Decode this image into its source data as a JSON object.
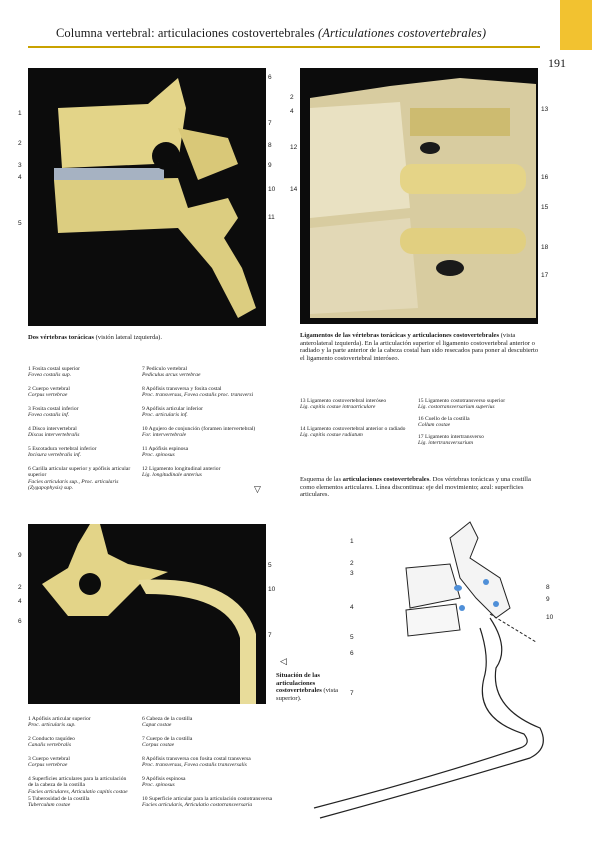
{
  "header": {
    "title_main": "Columna vertebral: articulaciones costovertebrales ",
    "title_latin": "(Articulationes costovertebrales)",
    "page_number": "191"
  },
  "fig1": {
    "caption_bold": "Dos vértebras torácicas",
    "caption_rest": " (visión lateral izquierda).",
    "labels": [
      "1",
      "2",
      "3",
      "4",
      "5",
      "6",
      "7",
      "8",
      "9",
      "10",
      "11"
    ],
    "legend": [
      {
        "n": "1",
        "es": "Fosita costal superior",
        "la": "Fovea costalis sup."
      },
      {
        "n": "2",
        "es": "Cuerpo vertebral",
        "la": "Corpus vertebrae"
      },
      {
        "n": "3",
        "es": "Fosita costal inferior",
        "la": "Fovea costalis inf."
      },
      {
        "n": "4",
        "es": "Disco intervertebral",
        "la": "Discus intervertebralis"
      },
      {
        "n": "5",
        "es": "Escotadura vertebral inferior",
        "la": "Incisura vertebralis inf."
      },
      {
        "n": "6",
        "es": "Carilla articular superior y apófisis articular superior",
        "la": "Facies articularis sup., Proc. articularis (Zygapophysis) sup."
      },
      {
        "n": "7",
        "es": "Pedículo vertebral",
        "la": "Pediculus arcus vertebrae"
      },
      {
        "n": "8",
        "es": "Apófisis transversa y fosita costal",
        "la": "Proc. transversus, Fovea costalis proc. transversi"
      },
      {
        "n": "9",
        "es": "Apófisis articular inferior",
        "la": "Proc. articularis inf."
      },
      {
        "n": "10",
        "es": "Agujero de conjunción (foramen intervertebral)",
        "la": "For. intervertebrale"
      },
      {
        "n": "11",
        "es": "Apófisis espinosa",
        "la": "Proc. spinosus"
      },
      {
        "n": "12",
        "es": "Ligamento longitudinal anterior",
        "la": "Lig. longitudinale anterius"
      }
    ]
  },
  "fig2": {
    "caption_bold": "Ligamentos de las vértebras torácicas y articulaciones costovertebrales",
    "caption_rest": " (vista anterolateral izquierda). En la articulación superior el ligamento costovertebral anterior o radiado y la parte anterior de la cabeza costal han sido resecados para poner al descubierto el ligamento costovertebral interóseo.",
    "labels": [
      "2",
      "4",
      "12",
      "14",
      "13",
      "16",
      "15",
      "18",
      "17"
    ],
    "legend": [
      {
        "n": "13",
        "es": "Ligamento costovertebral interóseo",
        "la": "Lig. capitis costae intraarticulare"
      },
      {
        "n": "14",
        "es": "Ligamento costovertebral anterior o radiado",
        "la": "Lig. capitis costae radiatum"
      },
      {
        "n": "15",
        "es": "Ligamento costotransverso superior",
        "la": "Lig. costotransversarium superius"
      },
      {
        "n": "16",
        "es": "Cuello de la costilla",
        "la": "Collum costae"
      },
      {
        "n": "17",
        "es": "Ligamento intertransverso",
        "la": "Lig. intertransversarium"
      }
    ]
  },
  "schema": {
    "caption_pre": "Esquema de las ",
    "caption_bold": "articulaciones costovertebrales",
    "caption_rest": ". Dos vértebras torácicas y una costilla como elementos articulares. Línea discontinua: eje del movimiento; azul: superficies articulares.",
    "labels": [
      "1",
      "2",
      "3",
      "4",
      "5",
      "6",
      "7",
      "8",
      "9",
      "10"
    ]
  },
  "fig3": {
    "caption_bold": "Situación de las articulaciones costovertebrales",
    "caption_rest": " (vista superior).",
    "labels": [
      "9",
      "2",
      "4",
      "6",
      "5",
      "10",
      "7"
    ],
    "legend": [
      {
        "n": "1",
        "es": "Apófisis articular superior",
        "la": "Proc. articularis sup."
      },
      {
        "n": "2",
        "es": "Conducto raquídeo",
        "la": "Canalis vertebralis"
      },
      {
        "n": "3",
        "es": "Cuerpo vertebral",
        "la": "Corpus vertebrae"
      },
      {
        "n": "4",
        "es": "Superficies articulares para la articulación de la cabeza de la costilla",
        "la": "Facies articulares, Articulatio capitis costae"
      },
      {
        "n": "5",
        "es": "Tuberosidad de la costilla",
        "la": "Tuberculum costae"
      },
      {
        "n": "6",
        "es": "Cabeza de la costilla",
        "la": "Caput costae"
      },
      {
        "n": "7",
        "es": "Cuerpo de la costilla",
        "la": "Corpus costae"
      },
      {
        "n": "8",
        "es": "Apófisis transversa con fosita costal transversa",
        "la": "Proc. transversus, Fovea costalis transversalis"
      },
      {
        "n": "9",
        "es": "Apófisis espinosa",
        "la": "Proc. spinosus"
      },
      {
        "n": "10",
        "es": "Superficie articular para la articulación costotransversa",
        "la": "Facies articularis, Articulatio costotransversaria"
      }
    ]
  },
  "colors": {
    "accent": "#c9a200",
    "tab": "#f2c230",
    "bone": "#e6d98a",
    "joint_blue": "#4f8fd8"
  }
}
